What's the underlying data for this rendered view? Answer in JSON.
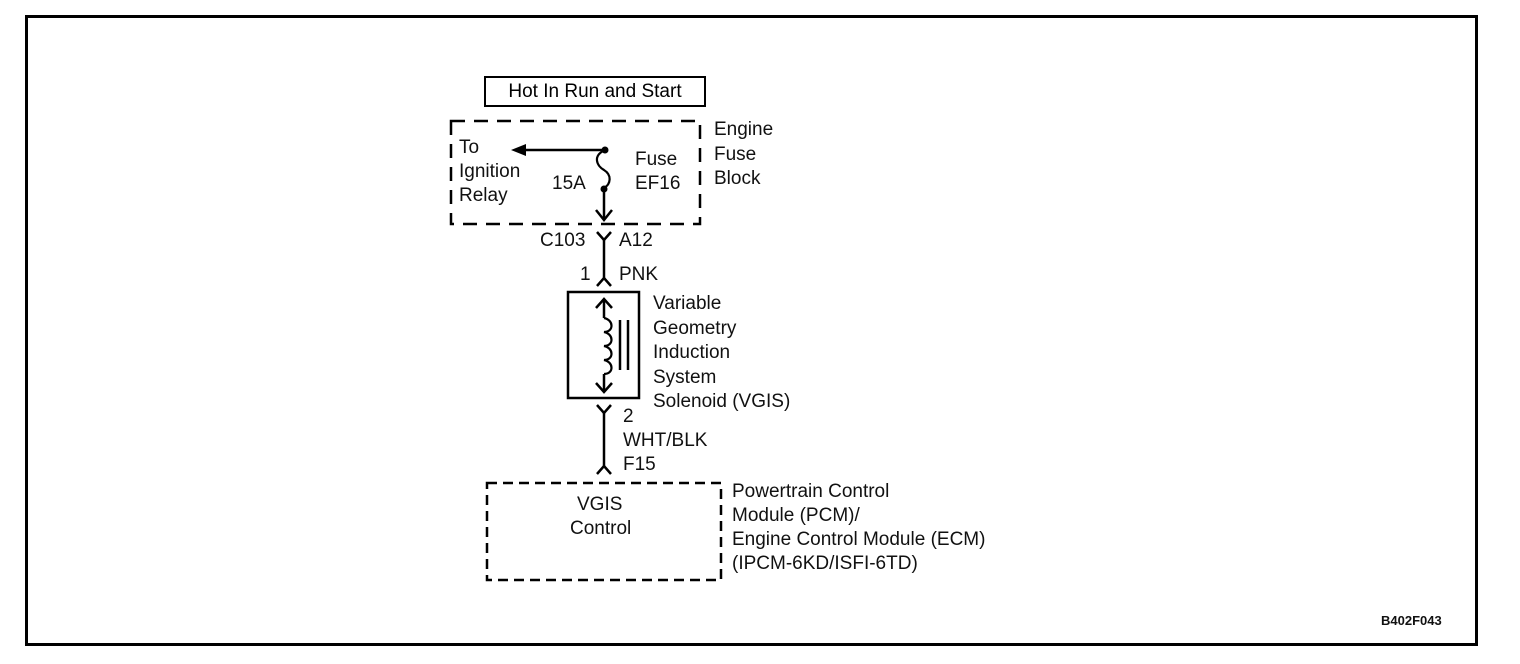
{
  "diagram": {
    "figure_id": "B402F043",
    "power_source": "Hot In Run and Start",
    "fuse_block": {
      "name_lines": [
        "Engine",
        "Fuse",
        "Block"
      ],
      "destination_lines": [
        "To",
        "Ignition",
        "Relay"
      ],
      "fuse_rating": "15A",
      "fuse_label_lines": [
        "Fuse",
        "EF16"
      ]
    },
    "connector_top": {
      "connector": "C103",
      "pin": "A12"
    },
    "wire_1": {
      "pin": "1",
      "color": "PNK"
    },
    "solenoid": {
      "name_lines": [
        "Variable",
        "Geometry",
        "Induction",
        "System",
        "Solenoid (VGIS)"
      ]
    },
    "wire_2": {
      "pin": "2",
      "color": "WHT/BLK",
      "module_pin": "F15"
    },
    "control_module": {
      "inner_lines": [
        "VGIS",
        "Control"
      ],
      "name_lines": [
        "Powertrain Control",
        "Module (PCM)/",
        "Engine Control Module (ECM)",
        "(IPCM-6KD/ISFI-6TD)"
      ]
    }
  }
}
